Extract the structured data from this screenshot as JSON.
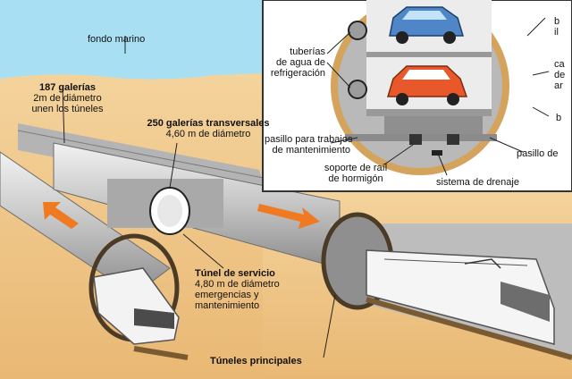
{
  "labels": {
    "seabed": "fondo marino",
    "galleries_title": "187 galerías",
    "galleries_l1": "2m de diámetro",
    "galleries_l2": "unen los túneles",
    "cross_title": "250 galerías transversales",
    "cross_l1": "4,60 m de diámetro",
    "service_title": "Túnel de servicio",
    "service_l1": "4,80 m de diámetro",
    "service_l2": "emergencias y",
    "service_l3": "mantenimiento",
    "main_tunnels": "Túneles principales",
    "pipes_l1": "tuberías",
    "pipes_l2": "de agua de",
    "pipes_l3": "refrigeración",
    "walkway_l1": "pasillo para trabajos",
    "walkway_l2": "de mantenimiento",
    "rail_l1": "soporte de raíl",
    "rail_l2": "de hormigón",
    "drainage": "sistema de drenaje",
    "walkway_right": "pasillo de",
    "trunc_b1": "b",
    "trunc_il": "il",
    "trunc_ca": "ca",
    "trunc_de": "de",
    "trunc_ar": "ar",
    "trunc_b2": "b"
  },
  "colors": {
    "sea": "#a9dff2",
    "seabed": "#f2c98c",
    "tunnel_shell": "#c8c8c8",
    "ring": "#8a6a3c",
    "car_blue": "#4e86c8",
    "car_red": "#e8582a",
    "arrow": "#ef7a22"
  }
}
